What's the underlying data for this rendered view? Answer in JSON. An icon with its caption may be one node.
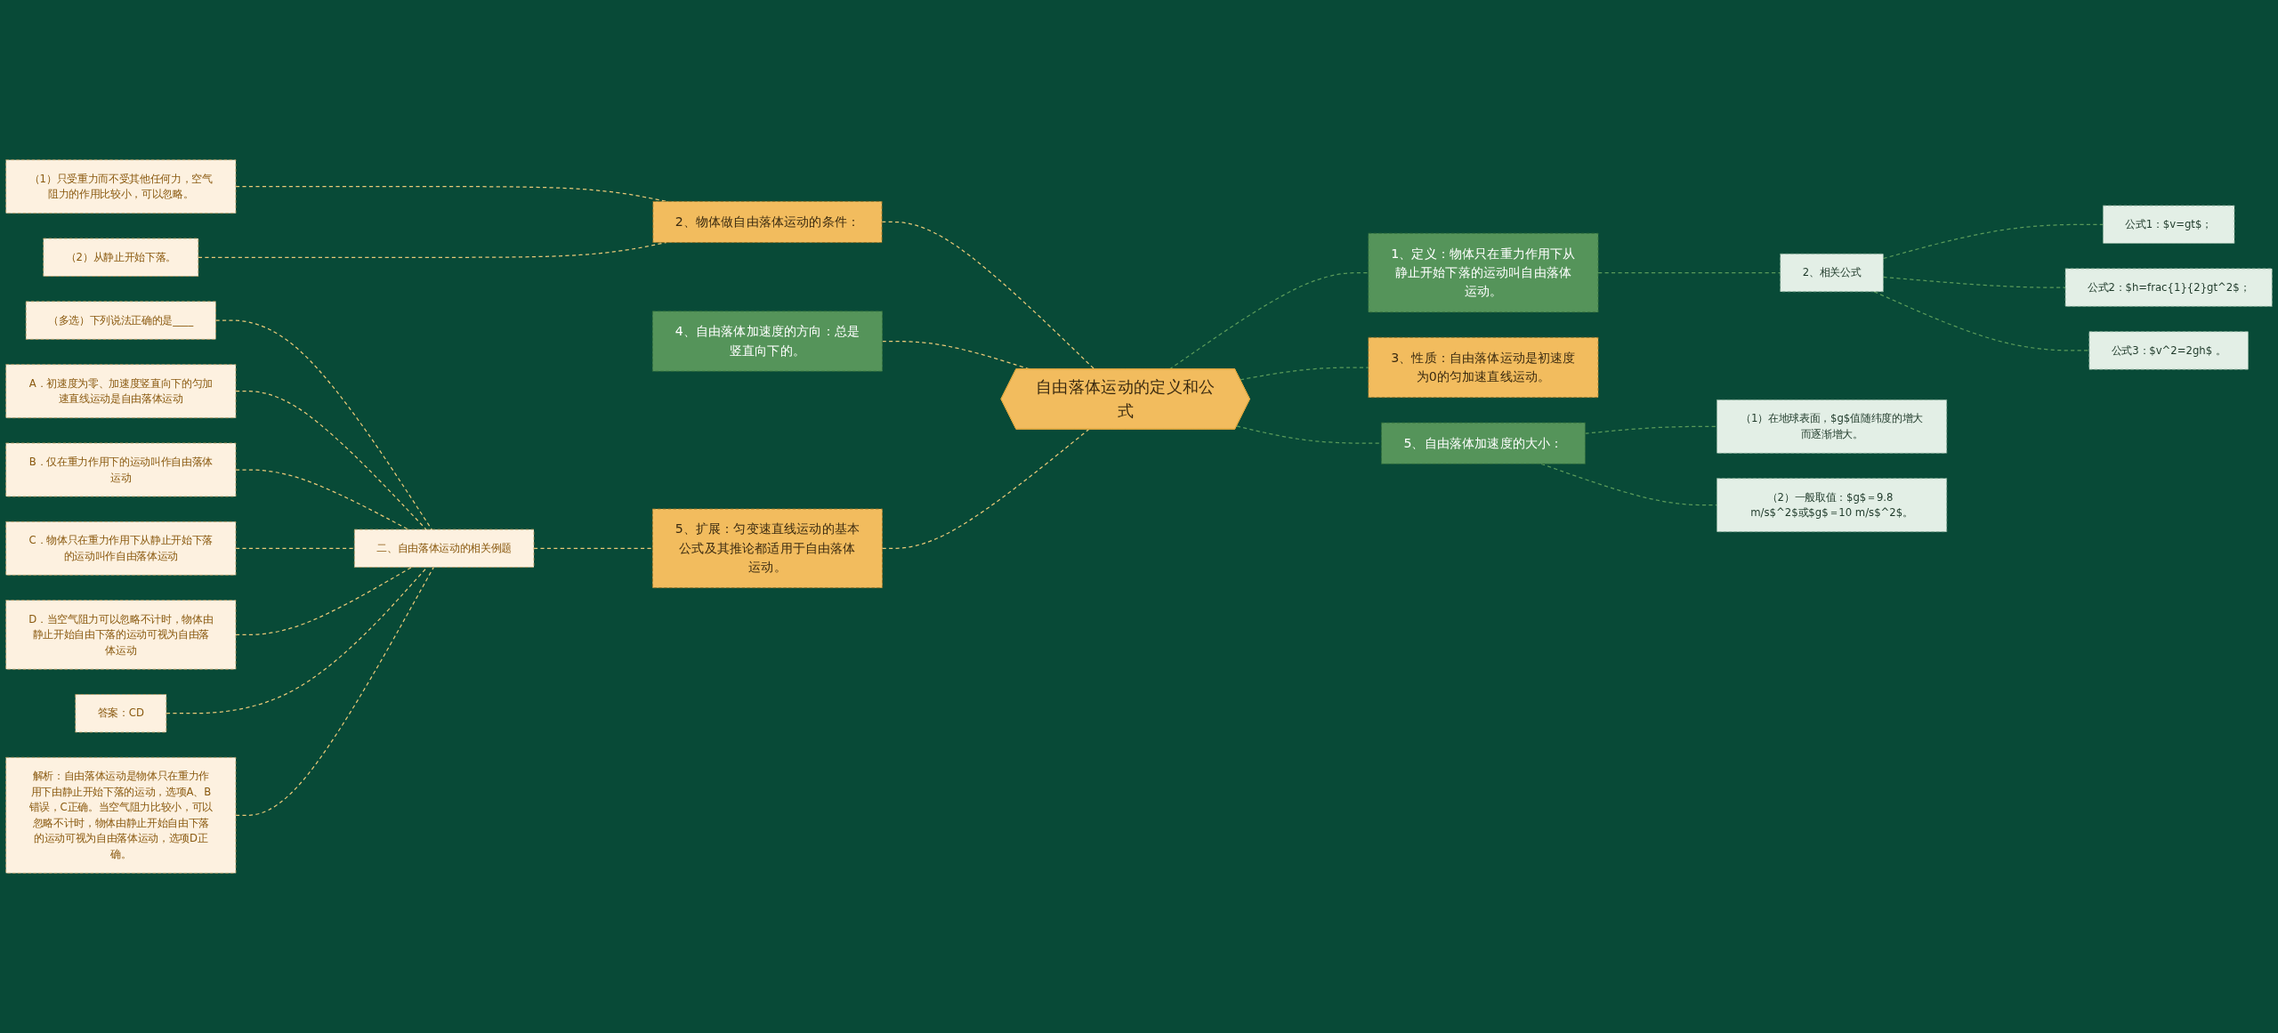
{
  "diagram": {
    "nodes": [
      {
        "text": [
          "自由落体运动的定义和公式"
        ]
      },
      {
        "text": [
          "2、物体做自由落体运动的条件："
        ]
      },
      {
        "text": [
          "（1）只受重力而不受其他任何力，空气阻力的作用比较小，可以忽略。"
        ]
      },
      {
        "text": [
          "（2）从静止开始下落。"
        ]
      },
      {
        "text": [
          "4、自由落体加速度的方向：总是竖直向下的。"
        ]
      },
      {
        "text": [
          "5、扩展：匀变速直线运动的基本公式及其推论都适用于自由落体运动。"
        ]
      },
      {
        "text": [
          "二、自由落体运动的相关例题"
        ]
      },
      {
        "text": [
          "（多选）下列说法正确的是____"
        ]
      },
      {
        "text": [
          "A．初速度为零、加速度竖直向下的匀加速直线运动是自由落体运动"
        ]
      },
      {
        "text": [
          "B．仅在重力作用下的运动叫作自由落体运动"
        ]
      },
      {
        "text": [
          "C．物体只在重力作用下从静止开始下落的运动叫作自由落体运动"
        ]
      },
      {
        "text": [
          "D．当空气阻力可以忽略不计时，物体由静止开始自由下落的运动可视为自由落体运动"
        ]
      },
      {
        "text": [
          "答案：CD"
        ]
      },
      {
        "text": [
          "解析：自由落体运动是物体只在重力作用下由静止开始下落的运动，选项A、B错误，C正确。当空气阻力比较小，可以忽略不计时，物体由静止开始自由下落的运动可视为自由落体运动，选项D正确。"
        ]
      },
      {
        "text": [
          "1、定义：物体只在重力作用下从静止开始下落的运动叫自由落体运动。"
        ]
      },
      {
        "text": [
          "2、相关公式"
        ]
      },
      {
        "text": [
          "公式1：$v=gt$；"
        ]
      },
      {
        "text": [
          "公式2：$h=frac{1}{2}gt^2$；"
        ]
      },
      {
        "text": [
          "公式3：$v^2=2gh$ 。"
        ]
      },
      {
        "text": [
          "3、性质：自由落体运动是初速度为0的匀加速直线运动。"
        ]
      },
      {
        "text": [
          "5、自由落体加速度的大小："
        ]
      },
      {
        "text": [
          "（1）在地球表面，$g$值随纬度的增大而逐渐增大。"
        ]
      },
      {
        "text": [
          "（2）一般取值：$g$＝9.8 m/s$^2$或$g$＝10 m/s$^2$。"
        ]
      }
    ],
    "edges": [
      {
        "from": 1,
        "to": 0,
        "arrow": "none",
        "style": "dashed"
      },
      {
        "from": 2,
        "to": 1,
        "arrow": "none",
        "style": "dashed"
      },
      {
        "from": 3,
        "to": 1,
        "arrow": "none",
        "style": "dashed"
      },
      {
        "from": 4,
        "to": 0,
        "arrow": "none",
        "style": "dashed"
      },
      {
        "from": 5,
        "to": 0,
        "arrow": "none",
        "style": "dashed"
      },
      {
        "from": 6,
        "to": 5,
        "arrow": "none",
        "style": "dashed"
      },
      {
        "from": 7,
        "to": 6,
        "arrow": "none",
        "style": "dashed"
      },
      {
        "from": 8,
        "to": 6,
        "arrow": "none",
        "style": "dashed"
      },
      {
        "from": 9,
        "to": 6,
        "arrow": "none",
        "style": "dashed"
      },
      {
        "from": 10,
        "to": 6,
        "arrow": "none",
        "style": "dashed"
      },
      {
        "from": 11,
        "to": 6,
        "arrow": "none",
        "style": "dashed"
      },
      {
        "from": 12,
        "to": 6,
        "arrow": "none",
        "style": "dashed"
      },
      {
        "from": 13,
        "to": 6,
        "arrow": "none",
        "style": "dashed"
      },
      {
        "from": 0,
        "to": 14,
        "arrow": "none",
        "style": "dashed",
        "color": "#5a9a5a"
      },
      {
        "from": 14,
        "to": 15,
        "arrow": "none",
        "style": "dashed",
        "color": "#5a9a5a"
      },
      {
        "from": 15,
        "to": 16,
        "arrow": "none",
        "style": "dashed",
        "color": "#5a9a5a"
      },
      {
        "from": 15,
        "to": 17,
        "arrow": "none",
        "style": "dashed",
        "color": "#5a9a5a"
      },
      {
        "from": 15,
        "to": 18,
        "arrow": "none",
        "style": "dashed",
        "color": "#5a9a5a"
      },
      {
        "from": 0,
        "to": 19,
        "arrow": "none",
        "style": "dashed",
        "color": "#5a9a5a"
      },
      {
        "from": 0,
        "to": 20,
        "arrow": "none",
        "style": "dashed",
        "color": "#5a9a5a"
      },
      {
        "from": 20,
        "to": 21,
        "arrow": "none",
        "style": "dashed",
        "color": "#5a9a5a"
      },
      {
        "from": 20,
        "to": 22,
        "arrow": "none",
        "style": "dashed",
        "color": "#5a9a5a"
      }
    ]
  }
}
